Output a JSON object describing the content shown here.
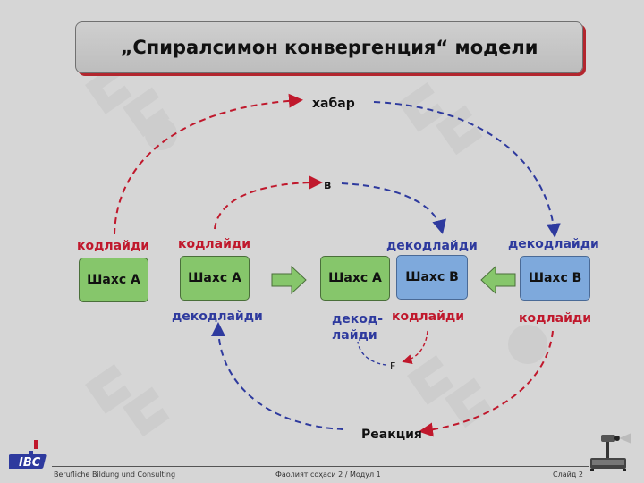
{
  "title": "„Спиралсимон конвергенция“ модели",
  "labels": {
    "khabar": "хабар",
    "v": "в",
    "f": "F",
    "reaktsiya": "Реакция",
    "kod_left": "кодлайди",
    "kod_mid": "кодлайди",
    "dekod_top_mid": "декодлайди",
    "dekod_top_right": "декодлайди",
    "dekod_bottom_left": "декодлайди",
    "dekod_split_1": "декод-",
    "dekod_split_2": "лайди",
    "kod_bottom_mid": "кодлайди",
    "kod_bottom_right": "кодлайди"
  },
  "boxes": {
    "a1": "Шахс А",
    "a2": "Шахс А",
    "a3": "Шахс А",
    "b1": "Шахс В",
    "b2": "Шахс В"
  },
  "footer": {
    "left": "Berufliche Bildung und Consulting",
    "mid": "Фаолият соҳаси  2    /   Модул  1",
    "right": "Слайд 2"
  },
  "logo_text": "IBC",
  "colors": {
    "red": "#c0182c",
    "blue": "#2e3a9e",
    "green_box": "#86c66b",
    "blue_box": "#7ea9dc"
  },
  "icons": [
    "ibc-logo-icon",
    "projector-icon",
    "arrow-right-icon",
    "arrow-left-icon"
  ]
}
